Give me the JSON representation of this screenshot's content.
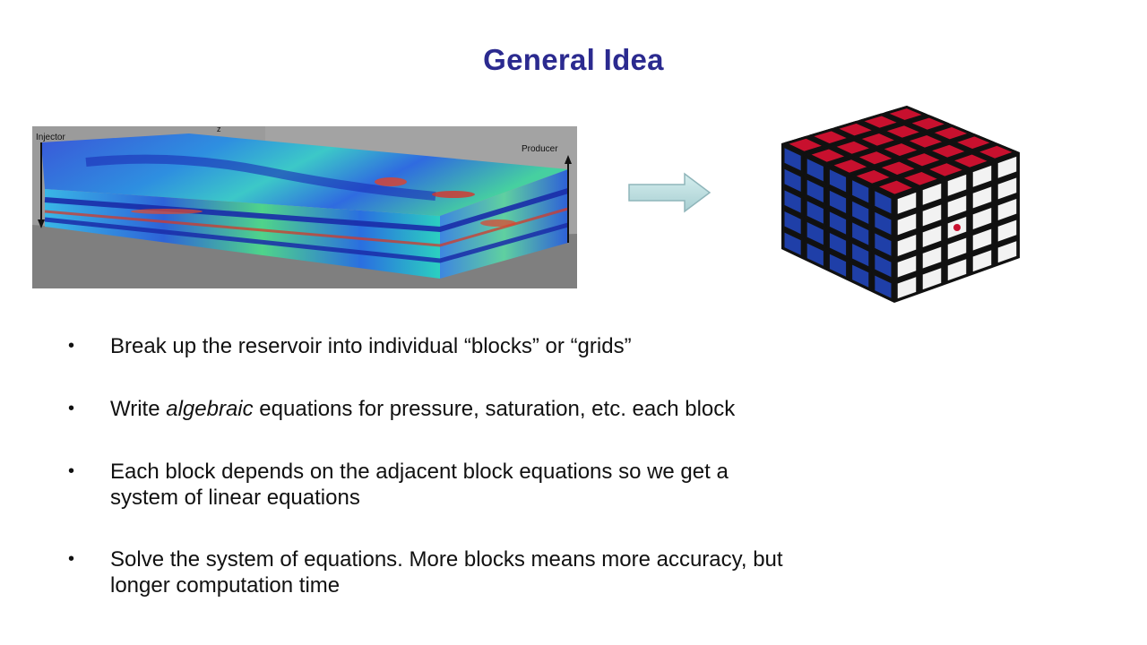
{
  "slide": {
    "title": "General Idea",
    "figure": {
      "left_label_injector": "Injector",
      "left_label_producer": "Producer",
      "axis_label": "z",
      "arrow_icon": "right-arrow-icon",
      "right_image": "rubiks-cube-5x5"
    },
    "bullets": [
      {
        "text": "Break up the reservoir into individual “blocks” or “grids”"
      },
      {
        "pre": "Write ",
        "emph": "algebraic",
        "post": " equations for pressure, saturation, etc. each block"
      },
      {
        "line1": "Each block depends on the adjacent block equations so we get a",
        "line2": "system of linear equations"
      },
      {
        "line1": "Solve the system of equations. More blocks means more accuracy, but",
        "line2": "longer computation time"
      }
    ],
    "bullet_glyph": "•"
  },
  "colors": {
    "title": "#2b2a8f",
    "cube_top": "#c8102e",
    "cube_left": "#1f3fa8",
    "cube_right": "#f2f2f2"
  }
}
